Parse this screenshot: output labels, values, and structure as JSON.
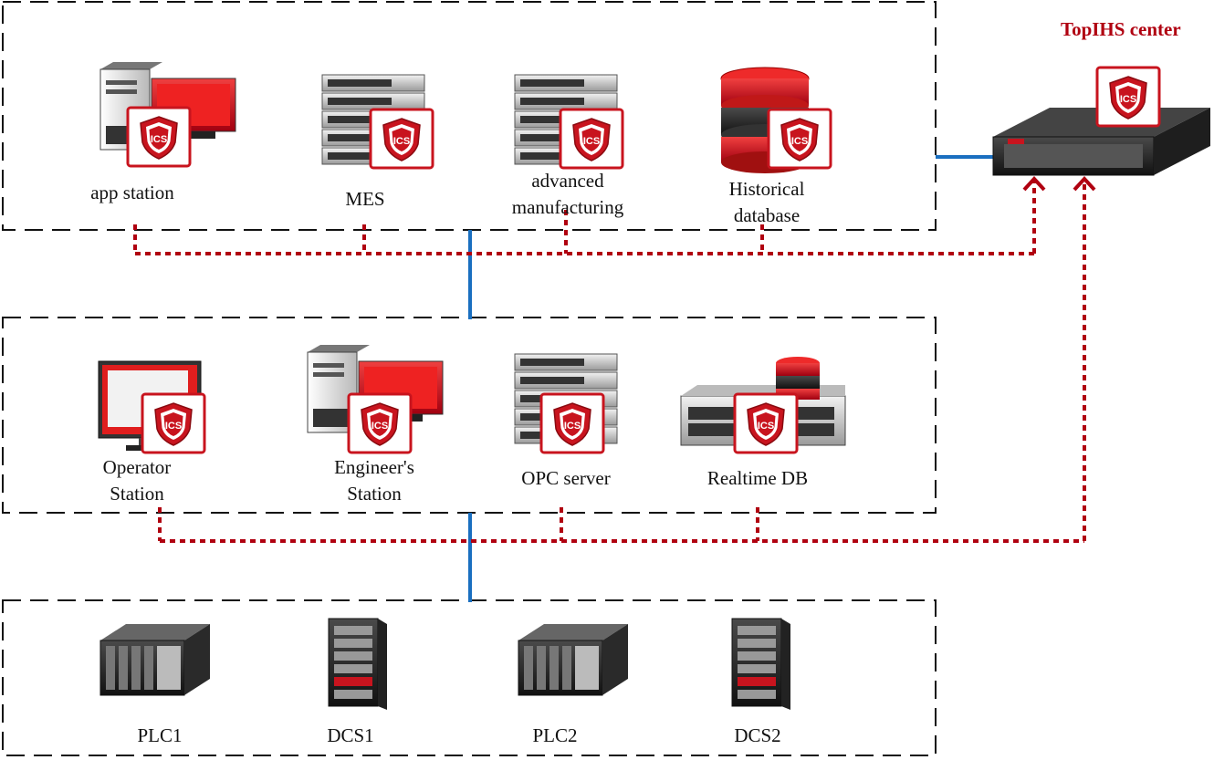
{
  "center": {
    "title": "TopIHS center"
  },
  "badge": "ICS",
  "tiers": {
    "top": [
      {
        "label": "app station",
        "icon": "workstation-icon"
      },
      {
        "label": "MES",
        "icon": "server-rack-icon"
      },
      {
        "label": [
          "advanced",
          "manufacturing"
        ],
        "icon": "server-rack-icon"
      },
      {
        "label": [
          "Historical",
          "database"
        ],
        "icon": "database-icon"
      }
    ],
    "middle": [
      {
        "label": [
          "Operator",
          "Station"
        ],
        "icon": "monitor-icon"
      },
      {
        "label": [
          "Engineer's",
          "Station"
        ],
        "icon": "workstation-icon"
      },
      {
        "label": "OPC server",
        "icon": "server-rack-icon"
      },
      {
        "label": "Realtime DB",
        "icon": "db-server-icon"
      }
    ],
    "bottom": [
      {
        "label": "PLC1",
        "icon": "plc-icon"
      },
      {
        "label": "DCS1",
        "icon": "cabinet-icon"
      },
      {
        "label": "PLC2",
        "icon": "plc-icon"
      },
      {
        "label": "DCS2",
        "icon": "cabinet-icon"
      }
    ]
  },
  "colors": {
    "network_link": "#1a6fc0",
    "monitor_link": "#b00010",
    "ics_red": "#c8141e"
  }
}
